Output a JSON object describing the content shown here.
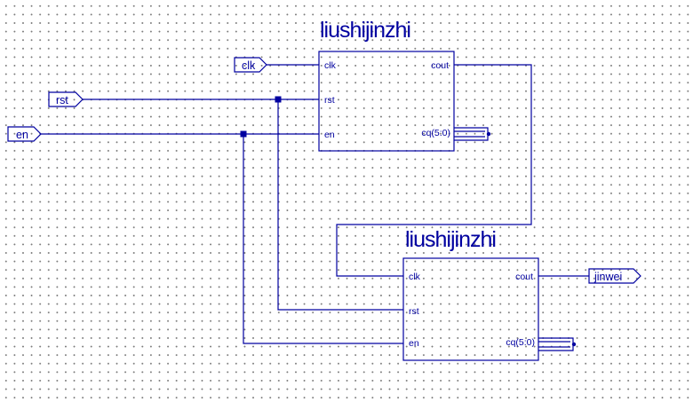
{
  "instances": [
    {
      "name": "liushijinzhi",
      "ports": {
        "clk": "clk",
        "rst": "rst",
        "en": "en",
        "cout": "cout",
        "cq": "cq(5:0)"
      }
    },
    {
      "name": "liushijinzhi",
      "ports": {
        "clk": "clk",
        "rst": "rst",
        "en": "en",
        "cout": "cout",
        "cq": "cq(5:0)"
      }
    }
  ],
  "inputs": {
    "clk": "clk",
    "rst": "rst",
    "en": "en"
  },
  "outputs": {
    "jinwei": "jinwei"
  },
  "colors": {
    "wire": "#0000a0",
    "background": "#ffffff",
    "grid_dot": "#7a7a7a"
  }
}
